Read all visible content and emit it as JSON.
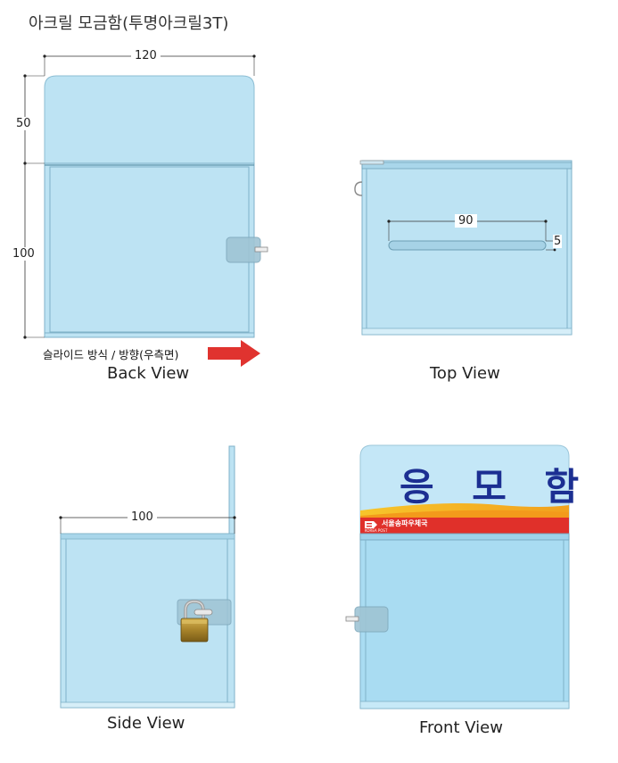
{
  "title": "아크릴 모금함(투명아크릴3T)",
  "views": {
    "back": "Back View",
    "top": "Top View",
    "side": "Side View",
    "front": "Front View"
  },
  "dimensions": {
    "back_width": "120",
    "back_top_height": "50",
    "back_body_height": "100",
    "top_slot_width": "90",
    "top_slot_height": "5",
    "side_depth": "100"
  },
  "slide_note": "슬라이드 방식 / 방향(우측면)",
  "front_sign": {
    "title": "응 모 함",
    "org_kr": "서울송파우체국",
    "org_en": "KOREA POST"
  },
  "colors": {
    "acrylic_fill": "#bde3f3",
    "acrylic_edge": "#7fb2c8",
    "arrow": "#e0332f",
    "sign_blue": "#1c2f92",
    "sign_red": "#e0302a"
  }
}
